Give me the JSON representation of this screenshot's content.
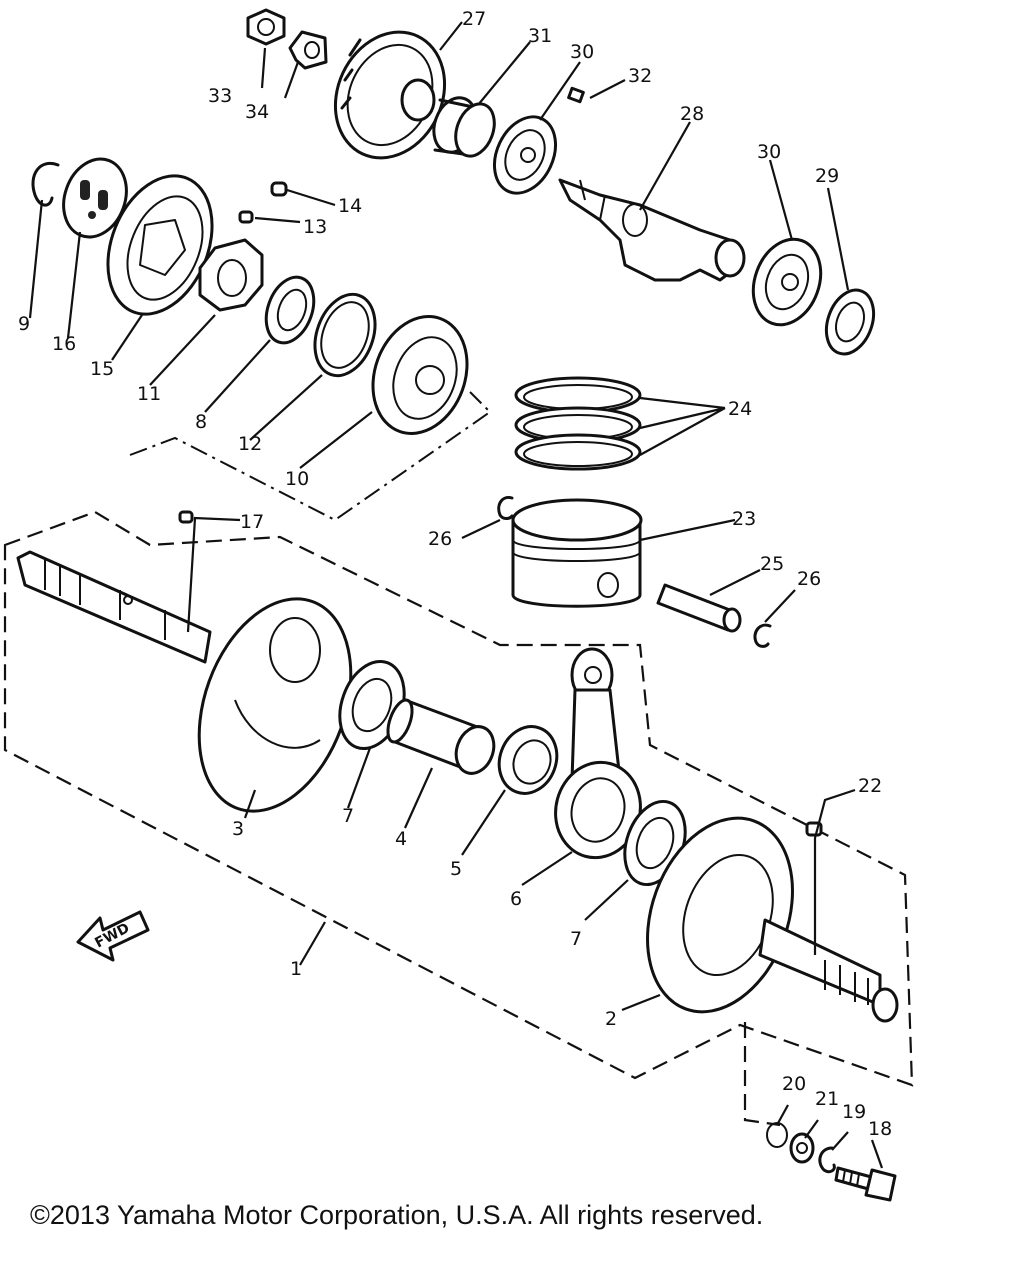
{
  "diagram": {
    "callouts": [
      {
        "id": "c1",
        "label": "1"
      },
      {
        "id": "c2",
        "label": "2"
      },
      {
        "id": "c3",
        "label": "3"
      },
      {
        "id": "c4",
        "label": "4"
      },
      {
        "id": "c5",
        "label": "5"
      },
      {
        "id": "c6",
        "label": "6"
      },
      {
        "id": "c7a",
        "label": "7"
      },
      {
        "id": "c7b",
        "label": "7"
      },
      {
        "id": "c8",
        "label": "8"
      },
      {
        "id": "c9",
        "label": "9"
      },
      {
        "id": "c10",
        "label": "10"
      },
      {
        "id": "c11",
        "label": "11"
      },
      {
        "id": "c12",
        "label": "12"
      },
      {
        "id": "c13",
        "label": "13"
      },
      {
        "id": "c14",
        "label": "14"
      },
      {
        "id": "c15",
        "label": "15"
      },
      {
        "id": "c16",
        "label": "16"
      },
      {
        "id": "c17",
        "label": "17"
      },
      {
        "id": "c18",
        "label": "18"
      },
      {
        "id": "c19",
        "label": "19"
      },
      {
        "id": "c20",
        "label": "20"
      },
      {
        "id": "c21",
        "label": "21"
      },
      {
        "id": "c22",
        "label": "22"
      },
      {
        "id": "c23",
        "label": "23"
      },
      {
        "id": "c24",
        "label": "24"
      },
      {
        "id": "c25",
        "label": "25"
      },
      {
        "id": "c26a",
        "label": "26"
      },
      {
        "id": "c26b",
        "label": "26"
      },
      {
        "id": "c27",
        "label": "27"
      },
      {
        "id": "c28",
        "label": "28"
      },
      {
        "id": "c29",
        "label": "29"
      },
      {
        "id": "c30a",
        "label": "30"
      },
      {
        "id": "c30b",
        "label": "30"
      },
      {
        "id": "c31",
        "label": "31"
      },
      {
        "id": "c32",
        "label": "32"
      },
      {
        "id": "c33",
        "label": "33"
      },
      {
        "id": "c34",
        "label": "34"
      }
    ],
    "fwd_label": "FWD"
  },
  "footer": {
    "copyright": "©2013 Yamaha Motor Corporation, U.S.A. All rights reserved."
  }
}
